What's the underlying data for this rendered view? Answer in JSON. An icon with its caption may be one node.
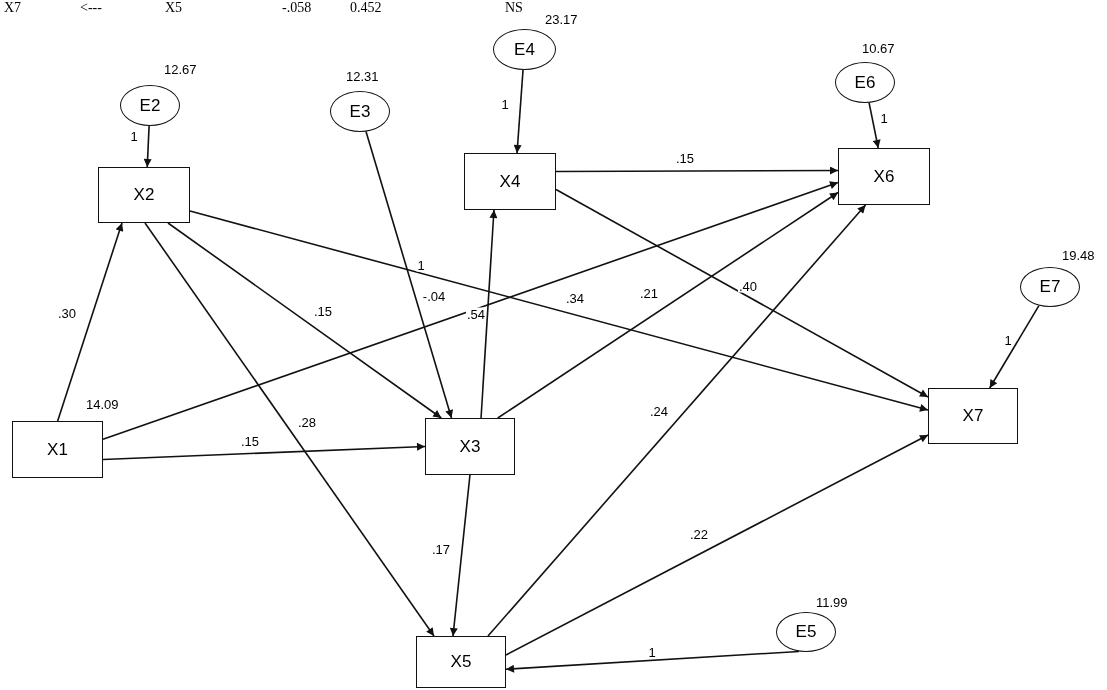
{
  "diagram": {
    "nodes": [
      {
        "text": [
          "E4"
        ],
        "beside": [
          "23.17"
        ]
      },
      {
        "text": [
          "E2"
        ],
        "beside": [
          "12.67"
        ]
      },
      {
        "text": [
          "E3"
        ],
        "beside": [
          "12.31"
        ]
      },
      {
        "text": [
          "E6"
        ],
        "beside": [
          "10.67"
        ]
      },
      {
        "text": [
          "X4"
        ]
      },
      {
        "text": [
          "X2"
        ]
      },
      {
        "text": [
          "X6"
        ]
      },
      {
        "text": [
          "E7"
        ],
        "beside": [
          "19.48"
        ]
      },
      {
        "text": [
          "X7"
        ]
      },
      {
        "text": [
          "X1"
        ],
        "beside": [
          "14.09"
        ]
      },
      {
        "text": [
          "X3"
        ]
      },
      {
        "text": [
          "E5"
        ],
        "beside": [
          "11.99"
        ]
      },
      {
        "text": [
          "X5"
        ]
      }
    ],
    "edges": [
      {
        "from": 0,
        "to": 4,
        "arrow": "to",
        "label": "1"
      },
      {
        "from": 1,
        "to": 5,
        "arrow": "to",
        "label": "1"
      },
      {
        "from": 2,
        "to": 10,
        "arrow": "to",
        "label": "1"
      },
      {
        "from": 3,
        "to": 6,
        "arrow": "to",
        "label": "1"
      },
      {
        "from": 7,
        "to": 8,
        "arrow": "to",
        "label": "1"
      },
      {
        "from": 11,
        "to": 12,
        "arrow": "to",
        "label": "1"
      },
      {
        "from": 9,
        "to": 5,
        "arrow": "to",
        "label": ".30"
      },
      {
        "from": 9,
        "to": 6,
        "arrow": "to",
        "label": "-.04"
      },
      {
        "from": 9,
        "to": 10,
        "arrow": "to",
        "label": ".15"
      },
      {
        "from": 5,
        "to": 10,
        "arrow": "to",
        "label": ".15"
      },
      {
        "from": 5,
        "to": 12,
        "arrow": "to",
        "label": ".28"
      },
      {
        "from": 5,
        "to": 8,
        "arrow": "to",
        "label": ".34"
      },
      {
        "from": 10,
        "to": 4,
        "arrow": "to",
        "label": ".54"
      },
      {
        "from": 10,
        "to": 6,
        "arrow": "to",
        "label": ".21"
      },
      {
        "from": 10,
        "to": 12,
        "arrow": "to",
        "label": ".17"
      },
      {
        "from": 4,
        "to": 6,
        "arrow": "to",
        "label": ".15"
      },
      {
        "from": 4,
        "to": 8,
        "arrow": "to",
        "label": ".40"
      },
      {
        "from": 12,
        "to": 6,
        "arrow": "to",
        "label": ".24"
      },
      {
        "from": 12,
        "to": 8,
        "arrow": "to",
        "label": ".22"
      }
    ],
    "labels": [
      "X7",
      "<---",
      "X5",
      "-.058",
      "0.452",
      "NS"
    ]
  }
}
